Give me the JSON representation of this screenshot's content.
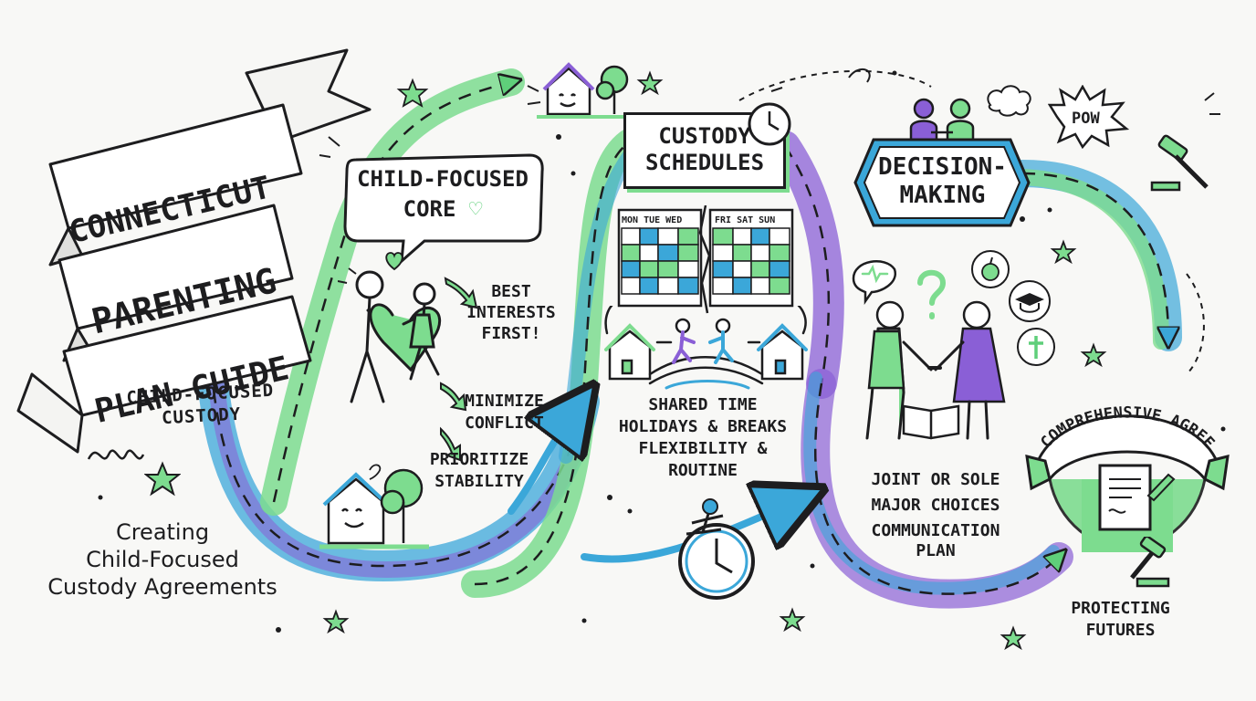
{
  "colors": {
    "green": "#7ddc8f",
    "blue": "#3ba7d9",
    "purple": "#8a5fd6",
    "ink": "#1d1d1f",
    "background": "#f8f8f6"
  },
  "banner": {
    "line1": "CONNECTICUT",
    "line2": "PARENTING",
    "line3": "PLAN GUIDE"
  },
  "left": {
    "caption": [
      "CHILD-FOCUSED",
      "CUSTODY"
    ],
    "subtitle": [
      "Creating",
      "Child-Focused",
      "Custody Agreements"
    ]
  },
  "child_focused": {
    "title": [
      "CHILD-FOCUSED",
      "CORE"
    ],
    "points": [
      [
        "BEST",
        "INTERESTS",
        "FIRST!"
      ],
      [
        "MINIMIZE",
        "CONFLICT"
      ],
      [
        "PRIORITIZE",
        "STABILITY"
      ]
    ]
  },
  "schedules": {
    "title": [
      "CUSTODY",
      "SCHEDULES"
    ],
    "days_left": "MON TUE WED",
    "days_right": "FRI SAT SUN",
    "points": [
      "SHARED TIME",
      "HOLIDAYS & BREAKS",
      "FLEXIBILITY &",
      "ROUTINE"
    ]
  },
  "decision": {
    "title": [
      "DECISION-",
      "MAKING"
    ],
    "points": [
      "JOINT OR SOLE",
      "MAJOR CHOICES",
      "COMMUNICATION",
      "PLAN"
    ]
  },
  "agreement": {
    "title": "COMPREHENSIVE AGREEMENT",
    "caption": [
      "PROTECTING",
      "FUTURES"
    ]
  },
  "pow": "POW",
  "icons": [
    "house-icon",
    "tree-icon",
    "clock-icon",
    "calendar-icon",
    "bridge-icon",
    "handshake-icon",
    "book-icon",
    "heart-icon",
    "gavel-icon",
    "document-icon",
    "question-mark-icon",
    "star-icon",
    "apple-icon",
    "graduation-cap-icon",
    "cross-icon",
    "thought-bubble-icon"
  ]
}
